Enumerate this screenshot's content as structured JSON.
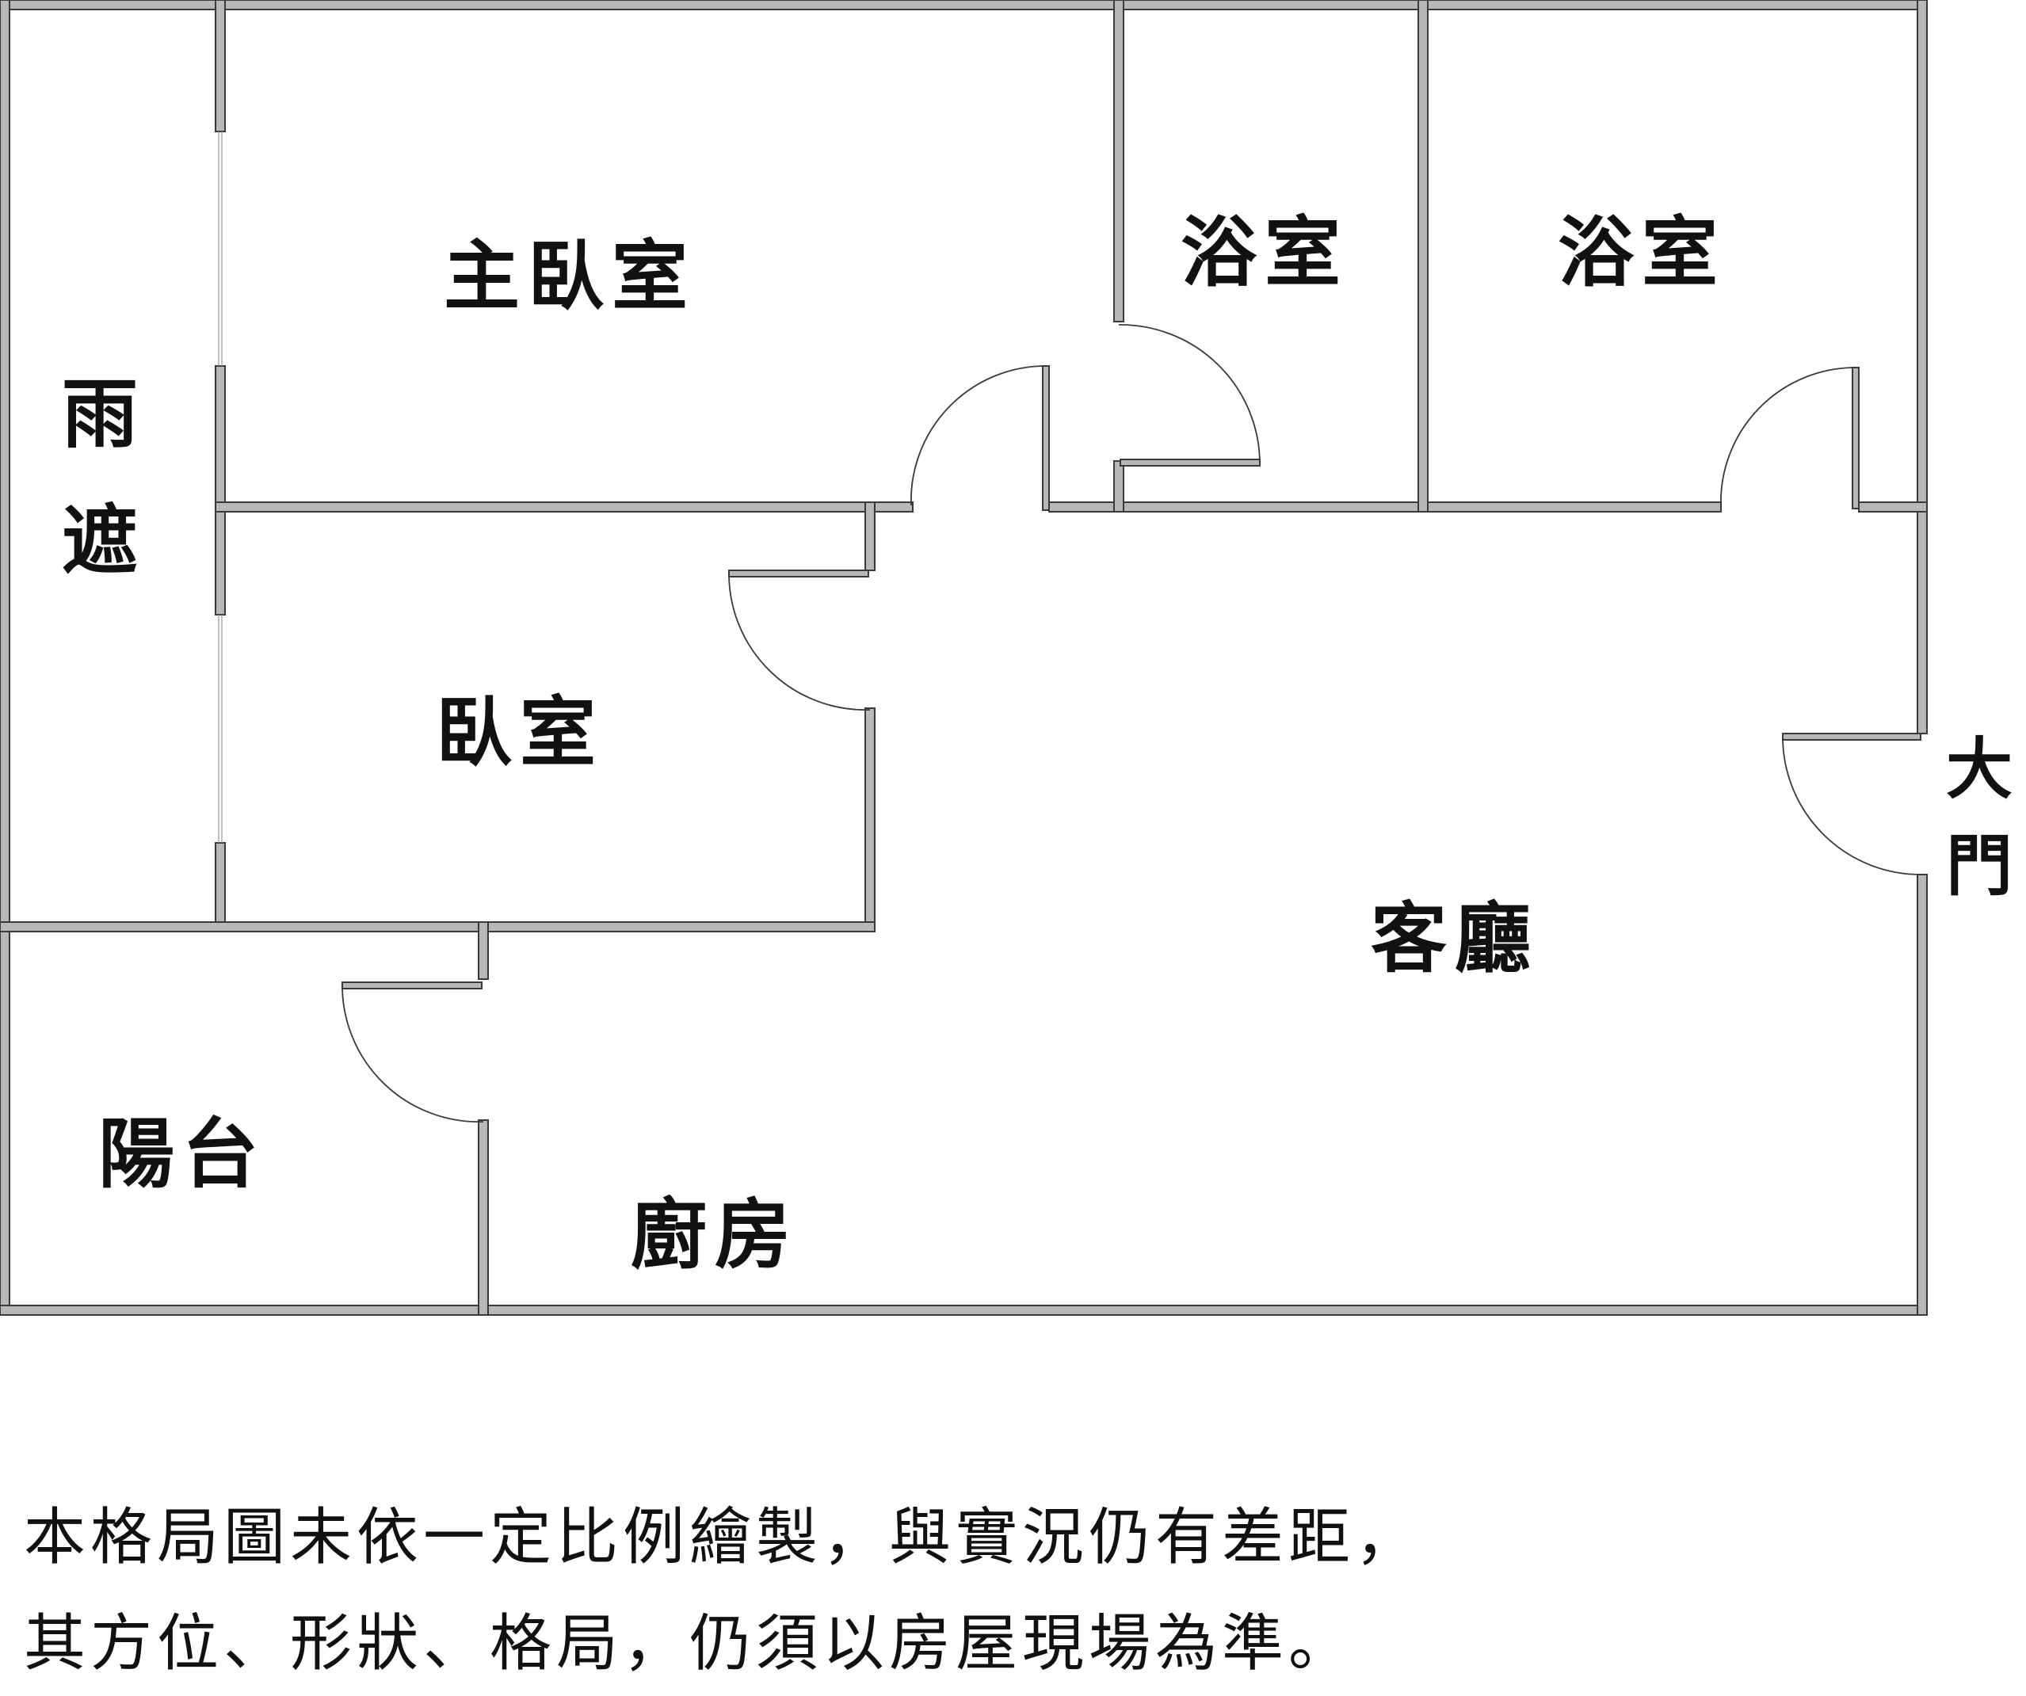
{
  "rooms": {
    "master_bedroom": "主臥室",
    "bath_1": "浴室",
    "bath_2": "浴室",
    "bedroom": "臥室",
    "living_room": "客廳",
    "balcony": "陽台",
    "kitchen": "廚房",
    "awning_char_1": "雨",
    "awning_char_2": "遮",
    "entrance_char_1": "大",
    "entrance_char_2": "門"
  },
  "disclaimer": {
    "line_1": "本格局圖未依一定比例繪製，與實況仍有差距，",
    "line_2": "其方位、形狀、格局，仍須以房屋現場為準。"
  },
  "colors": {
    "wall": "#b8b8b8",
    "outline": "#3a3a3a",
    "text": "#111111",
    "background": "#ffffff"
  }
}
